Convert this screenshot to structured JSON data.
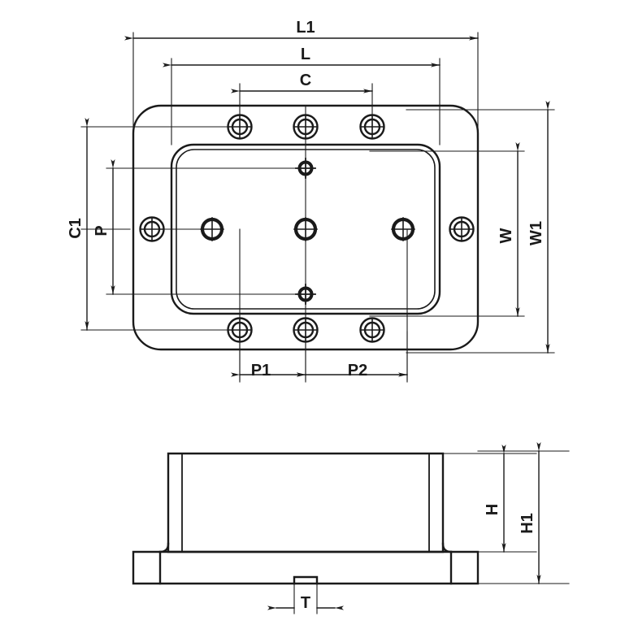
{
  "drawing": {
    "type": "engineering-dimension-drawing",
    "views": [
      {
        "name": "top-view",
        "description": "plan view of mounting plate with counterbored holes"
      },
      {
        "name": "front-view",
        "description": "side elevation showing boss height and base flange"
      }
    ],
    "line_color": "#1a1a1a",
    "background_color": "#ffffff"
  },
  "dimensions": {
    "L1": {
      "label": "L1",
      "view": "top-view",
      "orientation": "horizontal",
      "description": "overall plate length"
    },
    "L": {
      "label": "L",
      "view": "top-view",
      "orientation": "horizontal",
      "description": "inner length between outer hole centers"
    },
    "C": {
      "label": "C",
      "view": "top-view",
      "orientation": "horizontal",
      "description": "center hole spacing across top row"
    },
    "C1": {
      "label": "C1",
      "view": "top-view",
      "orientation": "vertical",
      "description": "outer vertical hole center distance"
    },
    "P": {
      "label": "P",
      "view": "top-view",
      "orientation": "vertical",
      "description": "inner vertical pitch"
    },
    "W": {
      "label": "W",
      "view": "top-view",
      "orientation": "vertical",
      "description": "inner width"
    },
    "W1": {
      "label": "W1",
      "view": "top-view",
      "orientation": "vertical",
      "description": "overall plate width"
    },
    "P1": {
      "label": "P1",
      "view": "top-view",
      "orientation": "horizontal",
      "description": "left bottom hole pitch"
    },
    "P2": {
      "label": "P2",
      "view": "top-view",
      "orientation": "horizontal",
      "description": "right bottom hole pitch"
    },
    "H": {
      "label": "H",
      "view": "front-view",
      "orientation": "vertical",
      "description": "boss height above flange"
    },
    "H1": {
      "label": "H1",
      "view": "front-view",
      "orientation": "vertical",
      "description": "overall height"
    },
    "T": {
      "label": "T",
      "view": "front-view",
      "orientation": "horizontal",
      "description": "tab / key width"
    }
  },
  "features": {
    "counterbored_holes": {
      "name": "counterbored-hole",
      "count": 8,
      "positions": "3 top row, 3 bottom row, 1 left edge, 1 right edge"
    },
    "plain_holes": {
      "name": "plain-hole",
      "count": 3,
      "positions": "three across horizontal centerline"
    },
    "small_holes": {
      "name": "small-hole",
      "count": 2,
      "positions": "upper center and lower center on vertical centerline"
    }
  }
}
